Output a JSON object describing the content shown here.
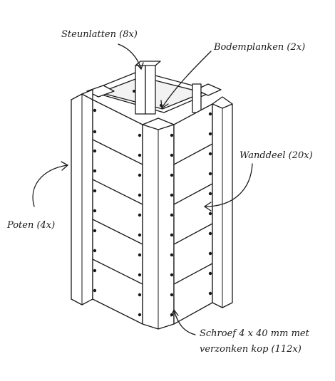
{
  "labels": {
    "steunlatten": "Steunlatten (8x)",
    "bodemplanken": "Bodemplanken (2x)",
    "wanddeel": "Wanddeel (20x)",
    "poten": "Poten (4x)",
    "schroef_line1": "Schroef 4 x 40 mm met",
    "schroef_line2": "verzonken kop (112x)"
  },
  "colors": {
    "ink": "#1a1a1a",
    "paper": "#ffffff"
  }
}
